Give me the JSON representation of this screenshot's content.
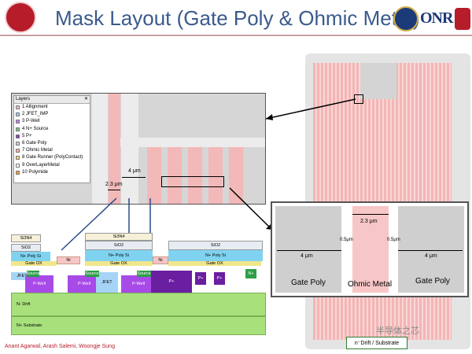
{
  "slide": {
    "title": "Mask Layout (Gate Poly & Ohmic Metal)",
    "authors": "Anant Agarwal, Arash Salemi, Woongje Sung",
    "logo_right_text": "ONR",
    "watermark": "半导体之芯"
  },
  "layers_panel": {
    "header": "Layers",
    "close": "✕",
    "items": [
      {
        "label": "1 Allignment",
        "color": "#e8c0c0"
      },
      {
        "label": "2 JFET_IMP",
        "color": "#a0d0ff"
      },
      {
        "label": "3 P-Well",
        "color": "#c080ff"
      },
      {
        "label": "4 N+ Source",
        "color": "#80c080"
      },
      {
        "label": "5 P+",
        "color": "#8040c0"
      },
      {
        "label": "6 Gate Poly",
        "color": "#d0d0d0"
      },
      {
        "label": "7 Ohmic Metal",
        "color": "#f4b5b5"
      },
      {
        "label": "8 Gate Runner (PolyContact)",
        "color": "#f0d080"
      },
      {
        "label": "9 OverLayerMetal",
        "color": "#ffffff"
      },
      {
        "label": "10 Polymide",
        "color": "#f0a040"
      }
    ]
  },
  "layout_dims": {
    "width": "4 μm",
    "gap": "2.3 μm"
  },
  "zoom_view": {
    "dim_top": "2.3 μm",
    "dim_left_gap": "0.5μm",
    "dim_right_gap": "0.5μm",
    "dim_left": "4 μm",
    "dim_right": "4 μm",
    "label_left": "Gate Poly",
    "label_center": "Ohmic Metal",
    "label_right": "Gate Poly"
  },
  "cross_section": {
    "si3n4": "Si3N4",
    "sio2": "SiO2",
    "npoly": "N+ Poly Si",
    "gate_ox": "Gate OX",
    "ni": "Ni",
    "source": "Source",
    "jfet": "JFET",
    "pwell": "P-Well",
    "pplus": "P+",
    "nplus": "N+",
    "ndrift": "N- Drift",
    "nsub": "N+ Substrate"
  },
  "legend": {
    "label": "n⁻Drift / Substrate"
  }
}
